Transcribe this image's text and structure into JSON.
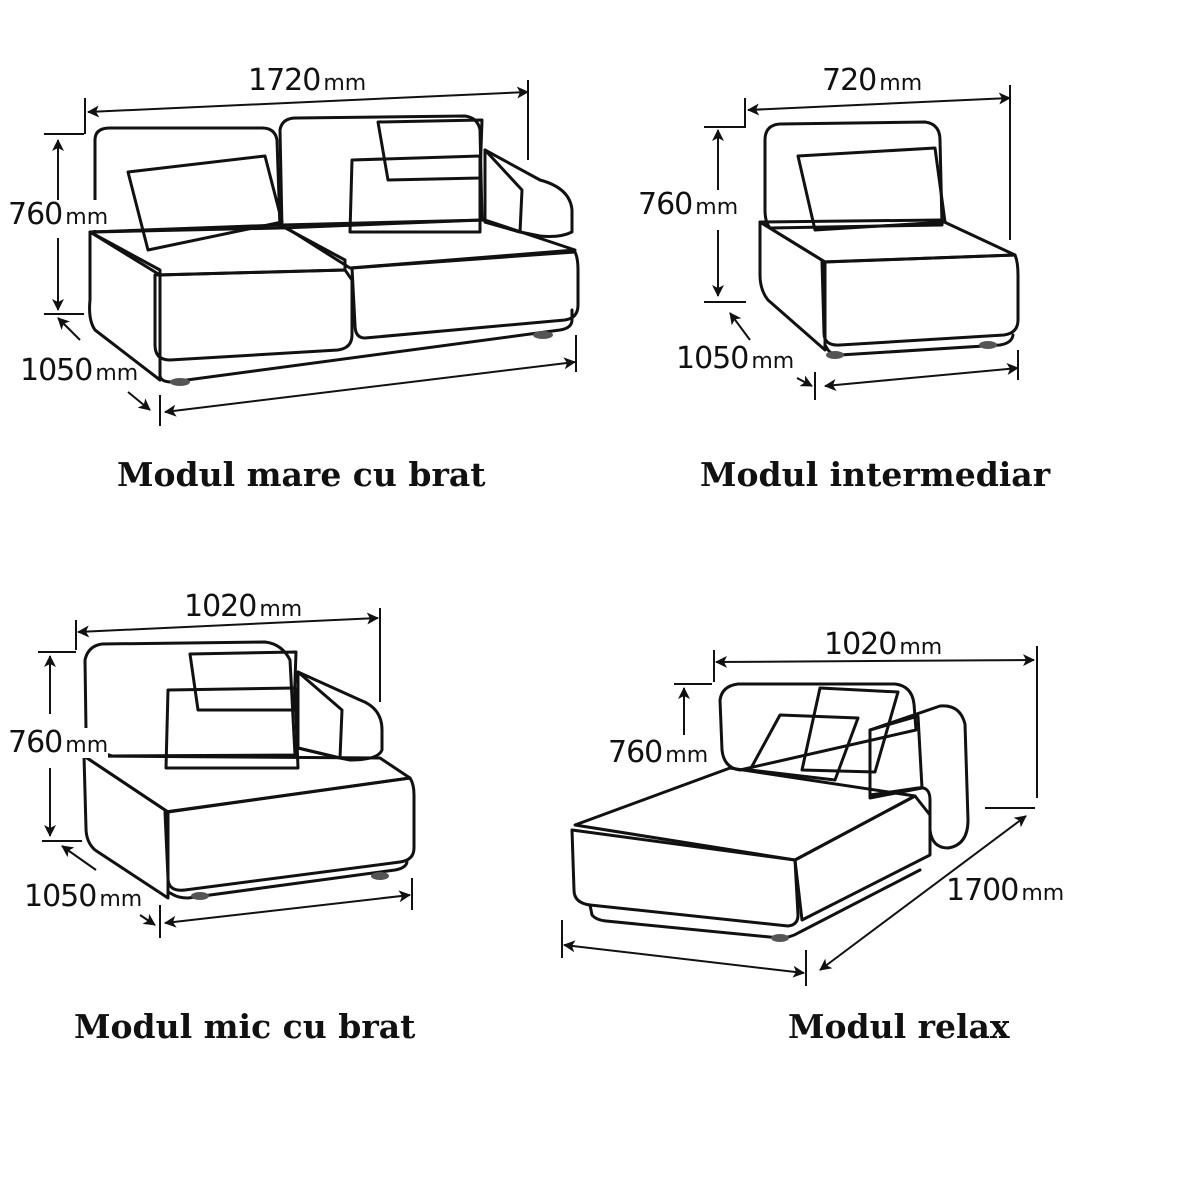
{
  "colors": {
    "background": "#ffffff",
    "ink": "#111111",
    "fabric_light": "#e6e6e6",
    "fabric_mid": "#cfcfcf",
    "fabric_dark": "#8c8c8c",
    "cushion": "#efefef"
  },
  "modules": [
    {
      "id": "modul-mare-cu-brat",
      "caption": "Modul mare cu brat",
      "width": {
        "value": "1720",
        "unit": "mm"
      },
      "height": {
        "value": "760",
        "unit": "mm"
      },
      "depth": {
        "value": "1050",
        "unit": "mm"
      }
    },
    {
      "id": "modul-intermediar",
      "caption": "Modul intermediar",
      "width": {
        "value": "720",
        "unit": "mm"
      },
      "height": {
        "value": "760",
        "unit": "mm"
      },
      "depth": {
        "value": "1050",
        "unit": "mm"
      }
    },
    {
      "id": "modul-mic-cu-brat",
      "caption": "Modul mic cu brat",
      "width": {
        "value": "1020",
        "unit": "mm"
      },
      "height": {
        "value": "760",
        "unit": "mm"
      },
      "depth": {
        "value": "1050",
        "unit": "mm"
      }
    },
    {
      "id": "modul-relax",
      "caption": "Modul relax",
      "width": {
        "value": "1020",
        "unit": "mm"
      },
      "height": {
        "value": "760",
        "unit": "mm"
      },
      "depth": {
        "value": "1700",
        "unit": "mm"
      }
    }
  ]
}
